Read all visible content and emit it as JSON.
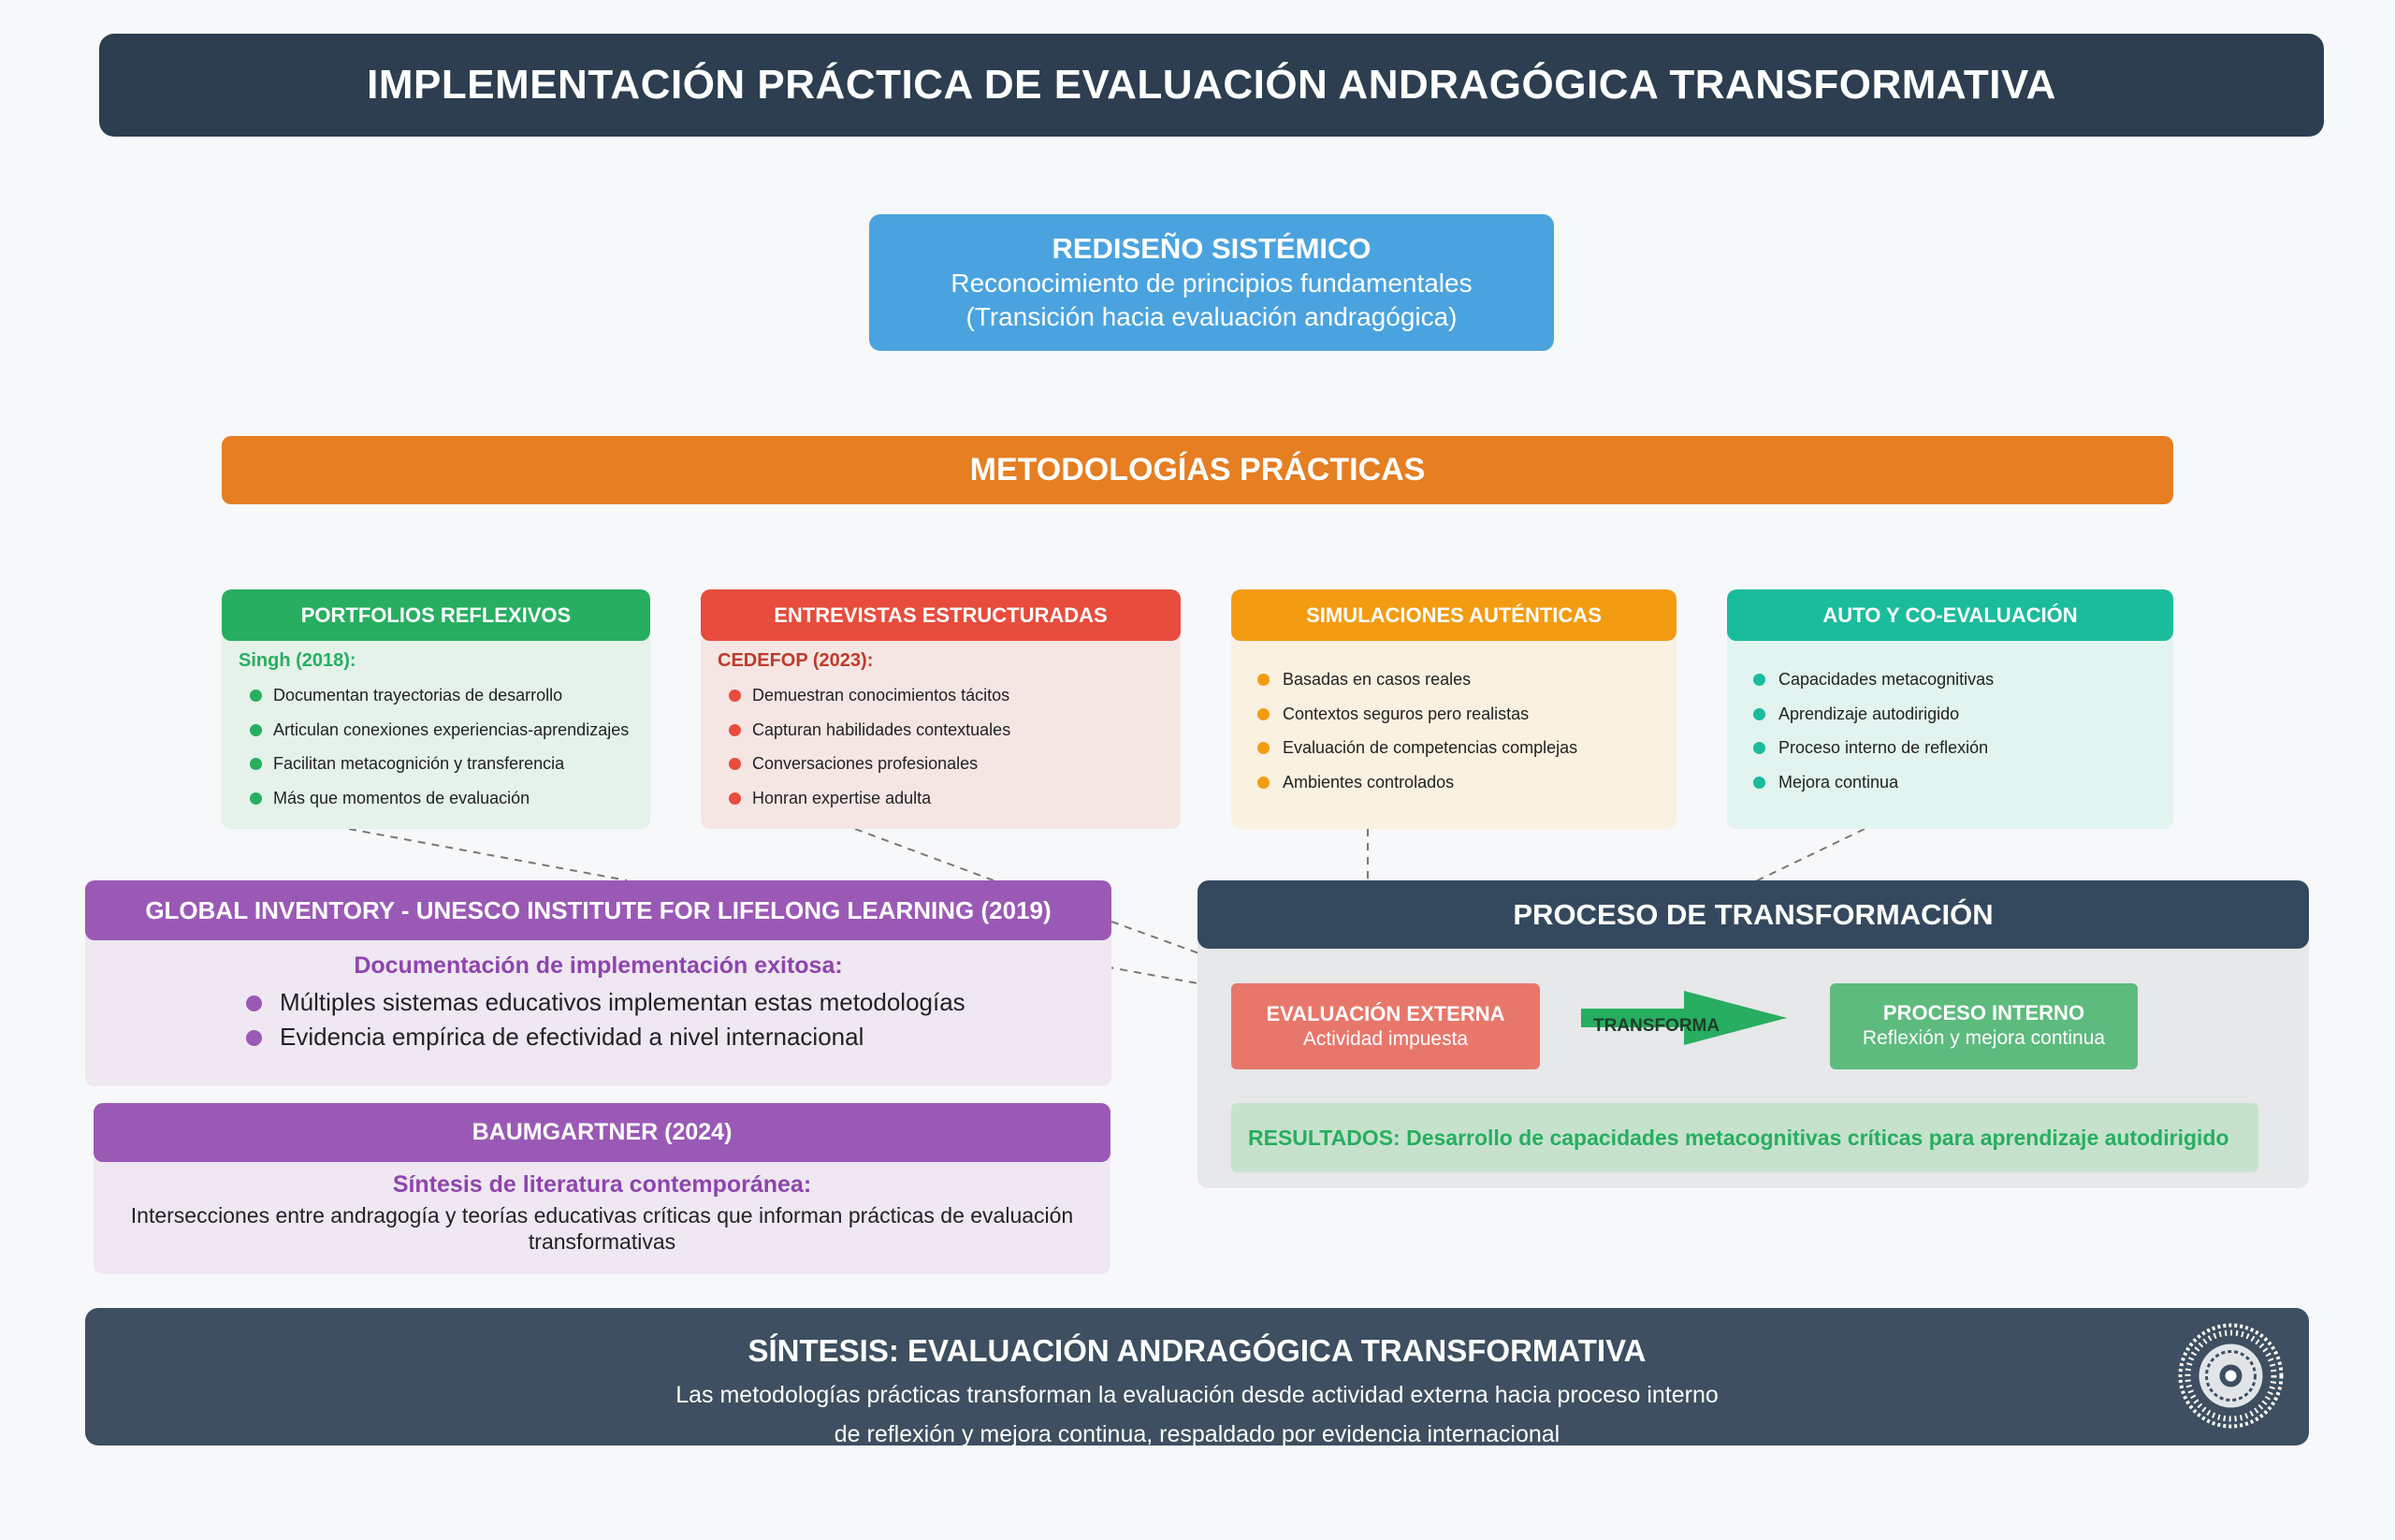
{
  "title": "IMPLEMENTACIÓN PRÁCTICA DE EVALUACIÓN ANDRAGÓGICA TRANSFORMATIVA",
  "redesign": {
    "heading": "REDISEÑO SISTÉMICO",
    "line1": "Reconocimiento de principios fundamentales",
    "line2": "(Transición hacia evaluación andragógica)"
  },
  "methodologies_header": "METODOLOGÍAS PRÁCTICAS",
  "cards": [
    {
      "title": "PORTFOLIOS REFLEXIVOS",
      "reference": "Singh (2018):",
      "items": [
        "Documentan trayectorias de desarrollo",
        "Articulan conexiones experiencias-aprendizajes",
        "Facilitan metacognición y transferencia",
        "Más que momentos de evaluación"
      ]
    },
    {
      "title": "ENTREVISTAS ESTRUCTURADAS",
      "reference": "CEDEFOP (2023):",
      "items": [
        "Demuestran conocimientos tácitos",
        "Capturan habilidades contextuales",
        "Conversaciones profesionales",
        "Honran expertise adulta"
      ]
    },
    {
      "title": "SIMULACIONES AUTÉNTICAS",
      "items": [
        "Basadas en casos reales",
        "Contextos seguros pero realistas",
        "Evaluación de competencias complejas",
        "Ambientes controlados"
      ]
    },
    {
      "title": "AUTO Y CO-EVALUACIÓN",
      "items": [
        "Capacidades metacognitivas",
        "Aprendizaje autodirigido",
        "Proceso interno de reflexión",
        "Mejora continua"
      ]
    }
  ],
  "unesco": {
    "title": "GLOBAL INVENTORY - UNESCO INSTITUTE FOR LIFELONG LEARNING (2019)",
    "subtitle": "Documentación de implementación exitosa:",
    "items": [
      "Múltiples sistemas educativos implementan estas metodologías",
      "Evidencia empírica de efectividad a nivel internacional"
    ]
  },
  "baumgartner": {
    "title": "BAUMGARTNER (2024)",
    "subtitle": "Síntesis de literatura contemporánea:",
    "text": "Intersecciones entre andragogía y teorías educativas críticas que informan prácticas de evaluación transformativas"
  },
  "process": {
    "title": "PROCESO DE TRANSFORMACIÓN",
    "external_title": "EVALUACIÓN EXTERNA",
    "external_sub": "Actividad impuesta",
    "arrow_label": "TRANSFORMA",
    "internal_title": "PROCESO INTERNO",
    "internal_sub": "Reflexión y mejora continua",
    "results": "RESULTADOS: Desarrollo de capacidades metacognitivas críticas para aprendizaje autodirigido"
  },
  "synthesis": {
    "title": "SÍNTESIS: EVALUACIÓN ANDRAGÓGICA TRANSFORMATIVA",
    "line1": "Las metodologías prácticas transforman la evaluación desde actividad externa hacia proceso interno",
    "line2": "de reflexión y mejora continua, respaldado por evidencia internacional"
  },
  "colors": {
    "dark": "#2c3e50",
    "blue": "#4aa3df",
    "orange": "#e67e22",
    "green": "#27ae60",
    "red": "#e74c3c",
    "amber": "#f39c12",
    "teal": "#1abc9c",
    "purple": "#9b59b6"
  },
  "icons": {
    "seal": "decorative-seal-icon",
    "arrow": "right-arrow-icon"
  }
}
